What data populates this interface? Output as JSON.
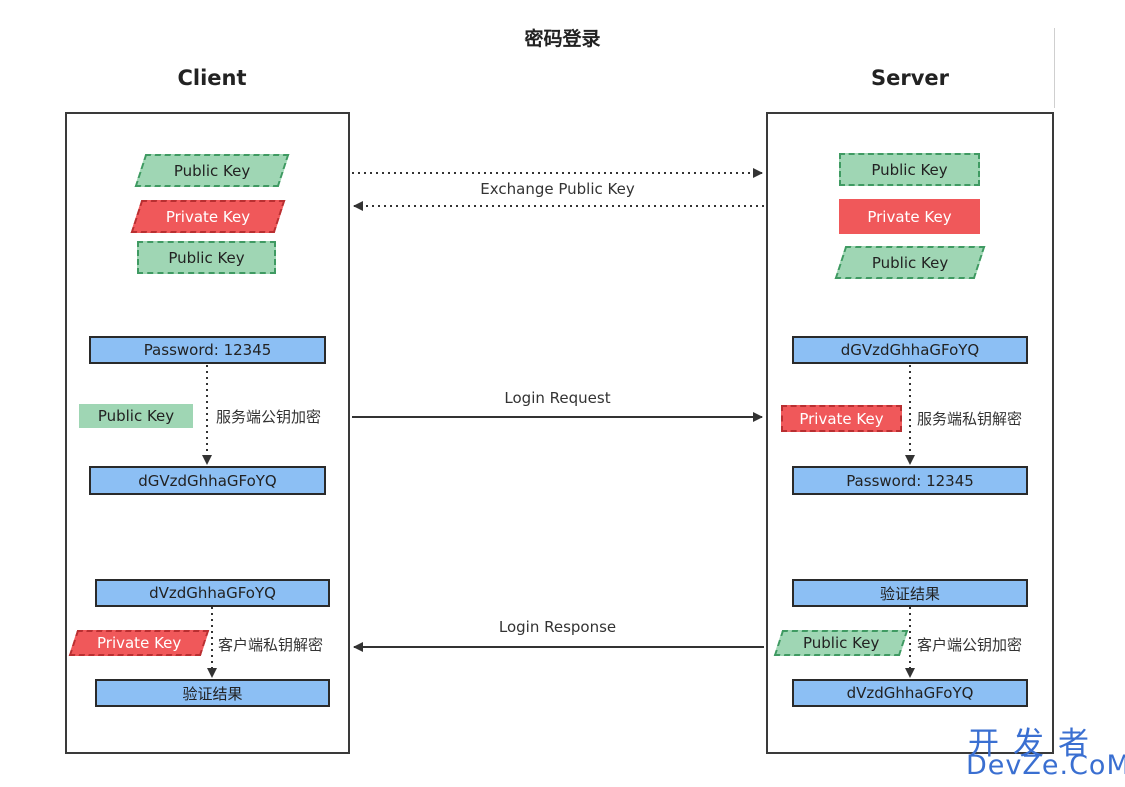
{
  "title": "密码登录",
  "client": {
    "heading": "Client",
    "keys": [
      "Public Key",
      "Private Key",
      "Public Key"
    ],
    "password": "Password: 12345",
    "encrypt_key": "Public Key",
    "encrypt_note": "服务端公钥加密",
    "cipher": "dGVzdGhhaGFoYQ",
    "response_cipher": "dVzdGhhaGFoYQ",
    "decrypt_key": "Private Key",
    "decrypt_note": "客户端私钥解密",
    "result": "验证结果"
  },
  "server": {
    "heading": "Server",
    "keys": [
      "Public Key",
      "Private Key",
      "Public Key"
    ],
    "cipher": "dGVzdGhhaGFoYQ",
    "decrypt_key": "Private Key",
    "decrypt_note": "服务端私钥解密",
    "password": "Password: 12345",
    "result": "验证结果",
    "encrypt_key": "Public Key",
    "encrypt_note": "客户端公钥加密",
    "response_cipher": "dVzdGhhaGFoYQ"
  },
  "messages": {
    "exchange": "Exchange Public Key",
    "request": "Login Request",
    "response": "Login Response"
  },
  "watermark": {
    "cn": "开发者",
    "en": "DevZe.CoM"
  },
  "colors": {
    "public_key": "#9fd6b4",
    "private_key": "#f0585a",
    "data_box": "#8cbff4",
    "watermark": "#3a6fd1"
  }
}
